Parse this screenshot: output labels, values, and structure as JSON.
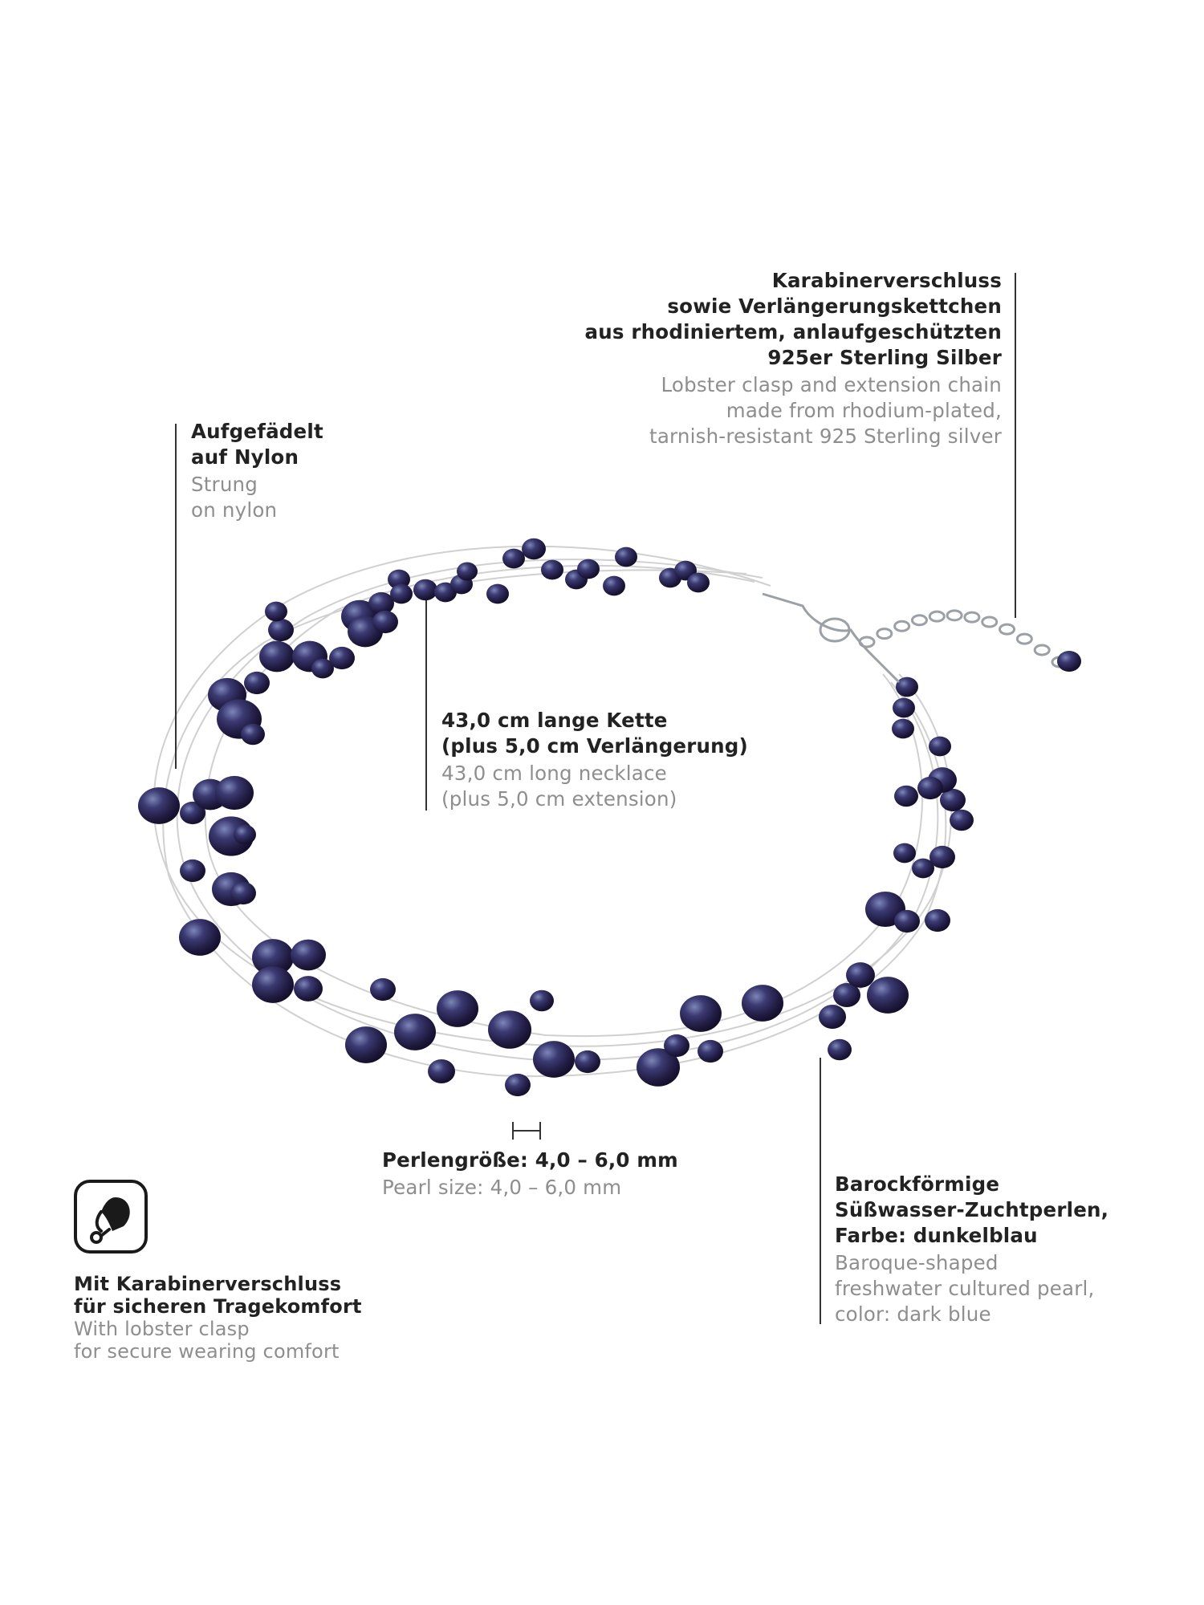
{
  "callouts": {
    "clasp": {
      "de": [
        "Karabinerverschluss",
        "sowie Verlängerungskettchen",
        "aus rhodiniertem, anlaufgeschützten",
        "925er Sterling Silber"
      ],
      "en": [
        "Lobster clasp and extension chain",
        "made from rhodium-plated,",
        "tarnish-resistant 925 Sterling silver"
      ]
    },
    "nylon": {
      "de": [
        "Aufgefädelt",
        "auf Nylon"
      ],
      "en": [
        "Strung",
        "on nylon"
      ]
    },
    "length": {
      "de": [
        "43,0 cm lange Kette",
        "(plus 5,0 cm Verlängerung)"
      ],
      "en": [
        "43,0 cm long necklace",
        "(plus 5,0 cm extension)"
      ]
    },
    "size": {
      "de": [
        "Perlengröße: 4,0 – 6,0 mm"
      ],
      "en": [
        "Pearl size: 4,0 – 6,0 mm"
      ]
    },
    "pearl": {
      "de": [
        "Barockförmige",
        "Süßwasser-Zuchtperlen,",
        "Farbe: dunkelblau"
      ],
      "en": [
        "Baroque-shaped",
        "freshwater cultured pearl,",
        "color: dark blue"
      ]
    },
    "feature": {
      "de": [
        "Mit Karabinerverschluss",
        "für sicheren Tragekomfort"
      ],
      "en": [
        "With lobster clasp",
        "for secure wearing comfort"
      ]
    }
  },
  "icons": {
    "necklace": "pearl-necklace-icon",
    "badge": "lobster-clasp-icon",
    "size_marker": "size-bracket-icon"
  },
  "colors": {
    "pearl": "#2a2550",
    "pearl_highlight": "#4b5a8f",
    "thread": "#d0d0d0",
    "silver": "#9aa0a6"
  }
}
